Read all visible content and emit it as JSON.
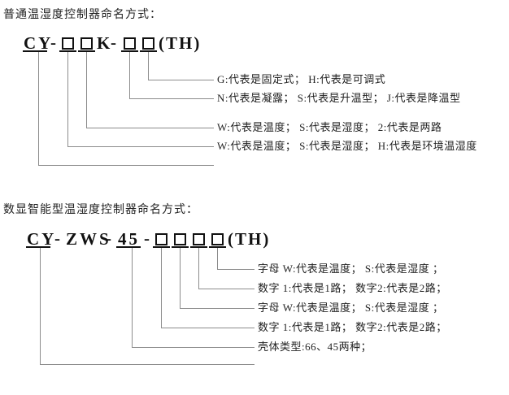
{
  "page": {
    "background_color": "#ffffff",
    "line_color": "#8c8c8c",
    "text_color": "#1a1a1a"
  },
  "section_ordinary": {
    "heading": "普通温湿度控制器命名方式：",
    "formula": {
      "prefix": "CY",
      "dash1": "-",
      "code_k": "K",
      "dash2": "-",
      "suffix": "(TH)"
    },
    "labels": [
      {
        "text": "G:代表是固定式； H:代表是可调式"
      },
      {
        "text": "N:代表是凝露； S:代表是升温型； J:代表是降温型"
      },
      {
        "text": "W:代表是温度； S:代表是湿度； 2:代表是两路"
      },
      {
        "text": "W:代表是温度； S:代表是湿度； H:代表是环境温湿度"
      }
    ]
  },
  "section_digital": {
    "heading": "数显智能型温湿度控制器命名方式：",
    "formula": {
      "prefix": "CY",
      "dash1": "-",
      "model": "ZWS",
      "dash2": "-",
      "size": "45",
      "dash3": "-",
      "suffix": "(TH)"
    },
    "labels": [
      {
        "text": "字母 W:代表是温度； S:代表是湿度 ；"
      },
      {
        "text": "数字 1:代表是1路； 数字2:代表是2路；"
      },
      {
        "text": "字母 W:代表是温度； S:代表是湿度 ；"
      },
      {
        "text": "数字 1:代表是1路； 数字2:代表是2路；"
      },
      {
        "text": "壳体类型:66、45两种；"
      }
    ]
  }
}
